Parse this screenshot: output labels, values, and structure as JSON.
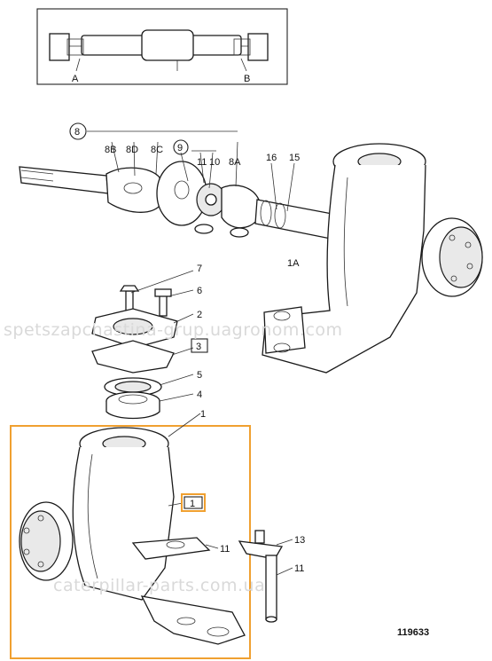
{
  "overview_labels": {
    "a": "A",
    "b": "B"
  },
  "callouts": {
    "c8": "8",
    "c8b": "8B",
    "c8d": "8D",
    "c8c": "8C",
    "c9": "9",
    "c10": "10",
    "c11a": "11",
    "c8a": "8A",
    "c16": "16",
    "c15": "15",
    "c1a": "1A",
    "c7": "7",
    "c6": "6",
    "c2": "2",
    "c3": "3",
    "c5": "5",
    "c4": "4",
    "c1": "1",
    "c1hl": "1",
    "c11b": "11",
    "c13": "13",
    "c11c": "11"
  },
  "figure_number": "119633",
  "watermarks": {
    "top": "spetszapchastina-grup.uagronom.com",
    "bottom": "caterpillar-parts.com.ua"
  },
  "colors": {
    "highlight": "#f0a030",
    "line": "#1a1a1a"
  }
}
